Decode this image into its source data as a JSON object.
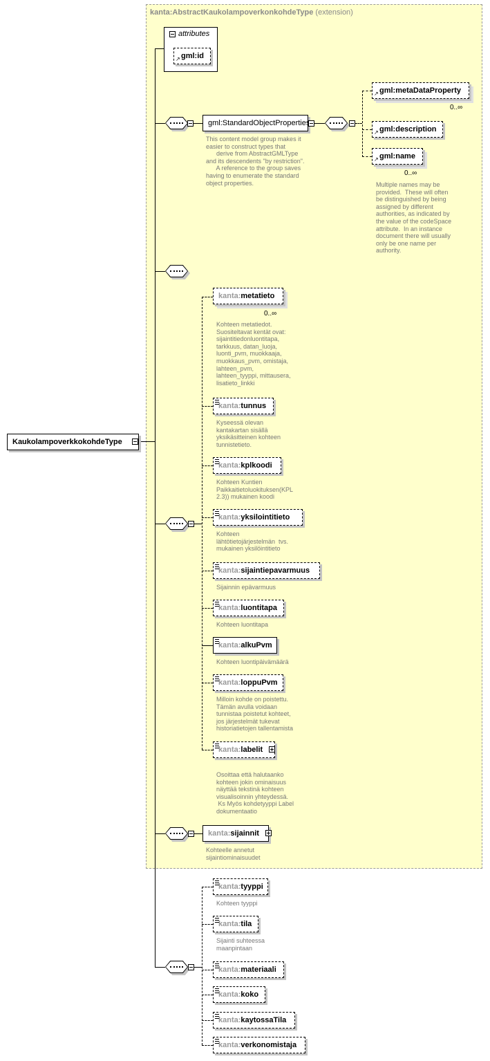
{
  "extension": {
    "type_name": "kanta:AbstractKaukolampoverkonkohdeType",
    "suffix": "(extension)"
  },
  "root": {
    "label": "KaukolampoverkkokohdeType"
  },
  "attributes": {
    "title": "attributes",
    "items": [
      {
        "label": "gml:id"
      }
    ]
  },
  "standard_group": {
    "label": "gml:StandardObjectProperties",
    "doc": "This content model group makes it\neasier to construct types that\n      derive from AbstractGMLType\nand its descendents \"by restriction\".\n      A reference to the group saves\nhaving to enumerate the standard\nobject properties.",
    "elements": [
      {
        "label": "gml:metaDataProperty",
        "occurrence": "0..∞"
      },
      {
        "label": "gml:description",
        "occurrence": ""
      },
      {
        "label": "gml:name",
        "occurrence": "0..∞",
        "doc": "Multiple names may be\nprovided.  These will often\nbe distinguished by being\nassigned by different\nauthorities, as indicated by\nthe value of the codeSpace\nattribute.  In an instance\ndocument there will usually\nonly be one name per\nauthority."
      }
    ]
  },
  "kanta_elements": [
    {
      "ns": "kanta:",
      "name": "metatieto",
      "occurrence": "0..∞",
      "doc": "Kohteen metatiedot.\nSuositeltavat kentät ovat:\nsijaintitiedonluontitapa,\ntarkkuus, datan_luoja,\nluonti_pvm, muokkaaja,\nmuokkaus_pvm, omistaja,\nlahteen_pvm,\nlahteen_tyyppi, mittausera,\nlisatieto_linkki"
    },
    {
      "ns": "kanta:",
      "name": "tunnus",
      "doc": "Kyseessä olevan\nkantakartan sisällä\nyksikäsitteinen kohteen\ntunnistetieto."
    },
    {
      "ns": "kanta:",
      "name": "kplkoodi",
      "doc": "Kohteen Kuntien\nPaikkaitietoluokituksen(KPL\n2.3)) mukainen koodi"
    },
    {
      "ns": "kanta:",
      "name": "yksilointitieto",
      "doc": "Kohteen\nlähtötietojärjestelmän  tvs.\nmukainen yksilöintitieto"
    },
    {
      "ns": "kanta:",
      "name": "sijaintiepavarmuus",
      "doc": "Sijainnin epävarmuus"
    },
    {
      "ns": "kanta:",
      "name": "luontitapa",
      "doc": "Kohteen luontitapa"
    },
    {
      "ns": "kanta:",
      "name": "alkuPvm",
      "doc": "Kohteen luontipäivämäärä"
    },
    {
      "ns": "kanta:",
      "name": "loppuPvm",
      "doc": "Milloin kohde on poistettu.\nTämän avulla voidaan\ntunnistaa poistetut kohteet,\njos järjestelmät tukevat\nhistoriatietojen tallentamista"
    },
    {
      "ns": "kanta:",
      "name": "labelit",
      "doc": "Osoittaa että halutaanko\nkohteen jokin ominaisuus\nnäyttää tekstinä kohteen\nvisualisoinnin yhteydessä.\n Ks Myös kohdetyyppi Label\ndokumentaatio"
    }
  ],
  "sijainnit": {
    "ns": "kanta:",
    "name": "sijainnit",
    "doc": "Kohteelle annetut\nsijaintiominaisuudet"
  },
  "derived_elements": [
    {
      "ns": "kanta:",
      "name": "tyyppi",
      "doc": "Kohteen tyyppi"
    },
    {
      "ns": "kanta:",
      "name": "tila",
      "doc": "Sijainti suhteessa\nmaanpintaan"
    },
    {
      "ns": "kanta:",
      "name": "materiaali",
      "doc": ""
    },
    {
      "ns": "kanta:",
      "name": "koko",
      "doc": ""
    },
    {
      "ns": "kanta:",
      "name": "kaytossaTila",
      "doc": ""
    },
    {
      "ns": "kanta:",
      "name": "verkonomistaja",
      "doc": ""
    }
  ]
}
